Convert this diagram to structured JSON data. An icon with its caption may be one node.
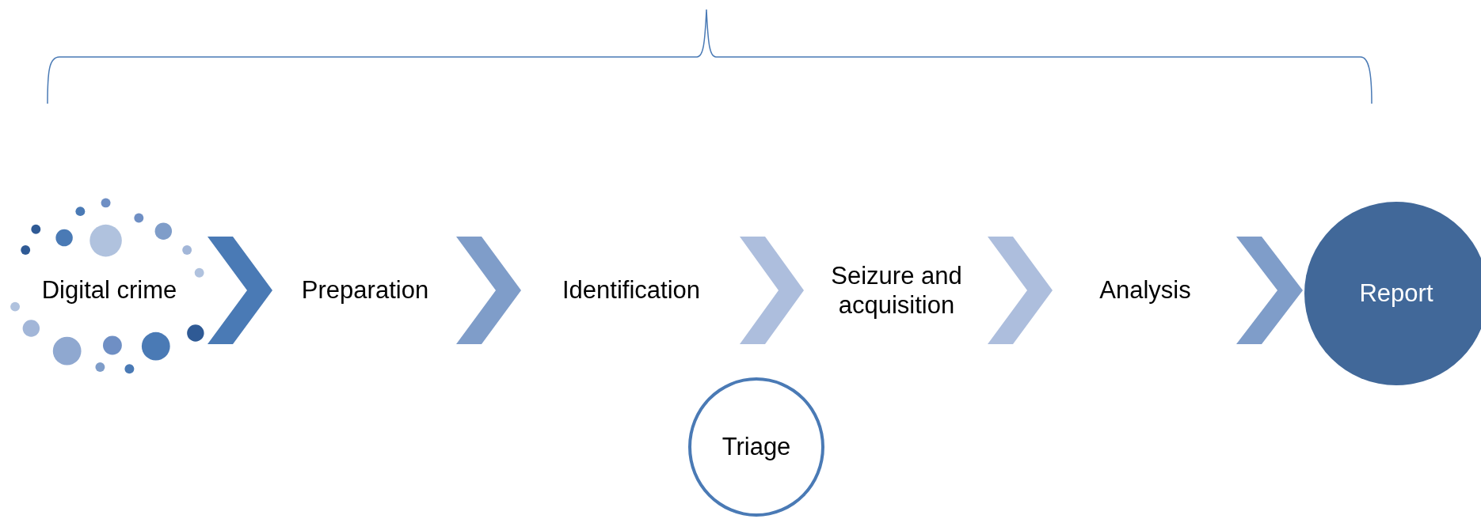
{
  "diagram": {
    "nodes": [
      {
        "text": [
          "Digital crime"
        ]
      },
      {
        "text": [
          "Preparation"
        ]
      },
      {
        "text": [
          "Identification"
        ]
      },
      {
        "text": [
          "Seizure and acquisition"
        ]
      },
      {
        "text": [
          "Analysis"
        ]
      },
      {
        "text": [
          "Report"
        ]
      },
      {
        "text": [
          "Triage"
        ]
      }
    ],
    "edges": [
      {
        "from": 0,
        "to": 1,
        "arrow": "to",
        "color": "#4a7ab5"
      },
      {
        "from": 1,
        "to": 2,
        "arrow": "to",
        "color": "#7f9dc9"
      },
      {
        "from": 2,
        "to": 3,
        "arrow": "to",
        "color": "#adbedd"
      },
      {
        "from": 3,
        "to": 4,
        "arrow": "to",
        "color": "#adbedd"
      },
      {
        "from": 4,
        "to": 5,
        "arrow": "to",
        "color": "#7f9dc9"
      }
    ]
  }
}
